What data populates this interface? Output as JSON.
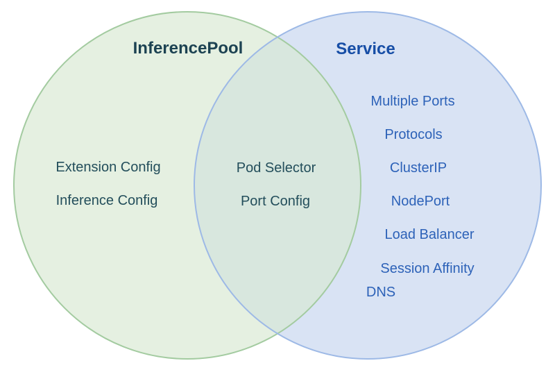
{
  "diagram_type": "venn",
  "colors": {
    "background": "#ffffff",
    "green_fill": "#e5f0e1",
    "green_stroke": "#a3cba0",
    "blue_fill": "#d9e3f4",
    "blue_stroke": "#9db9e6",
    "overlap_fill": "#d8e7de",
    "teal_title_text": "#1c4252",
    "teal_item_text": "#234e5b",
    "blue_title_text": "#174ea6",
    "blue_item_text": "#2d62b8"
  },
  "venn": {
    "left": {
      "title": "InferencePool",
      "items": [
        "Extension Config",
        "Inference Config"
      ]
    },
    "right": {
      "title": "Service",
      "items": [
        "Multiple Ports",
        "Protocols",
        "ClusterIP",
        "NodePort",
        "Load Balancer",
        "Session Affinity",
        "DNS"
      ]
    },
    "intersection": {
      "items": [
        "Pod Selector",
        "Port Config"
      ]
    }
  }
}
